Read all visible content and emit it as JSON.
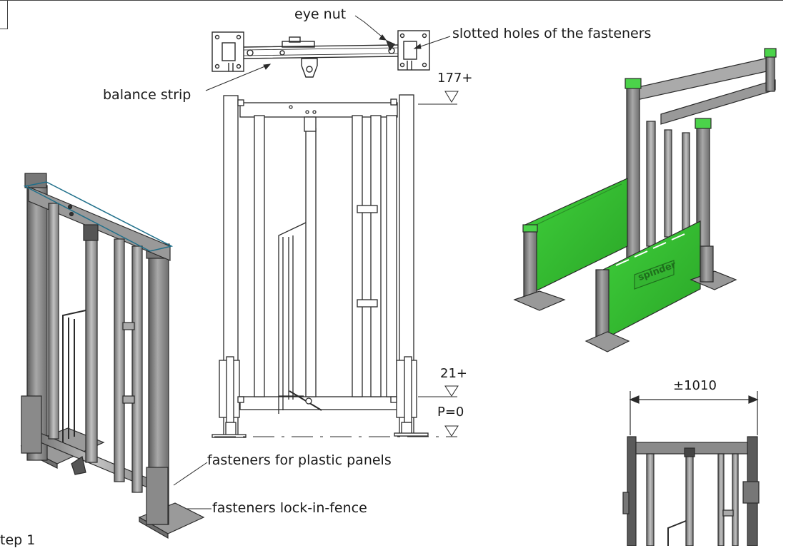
{
  "labels": {
    "eye_nut": "eye nut",
    "slotted_holes": "slotted holes of the fasteners",
    "balance_strip": "balance strip",
    "fasteners_plastic": "fasteners for plastic panels",
    "fasteners_lock": "fasteners lock-in-fence",
    "step": "tep 1"
  },
  "dimensions": {
    "top_level": "177+",
    "mid_level": "21+",
    "floor_level": "P=0",
    "width": "±1010"
  },
  "panel_brand": "spinder",
  "colors": {
    "line": "#2a2a2a",
    "metal_dark": "#6b6b6b",
    "metal_mid": "#8c8c8c",
    "metal_light": "#b3b3b3",
    "panel_green": "#3ec43a",
    "panel_green_dark": "#2a8f27",
    "cap_green": "#4bd34a"
  }
}
